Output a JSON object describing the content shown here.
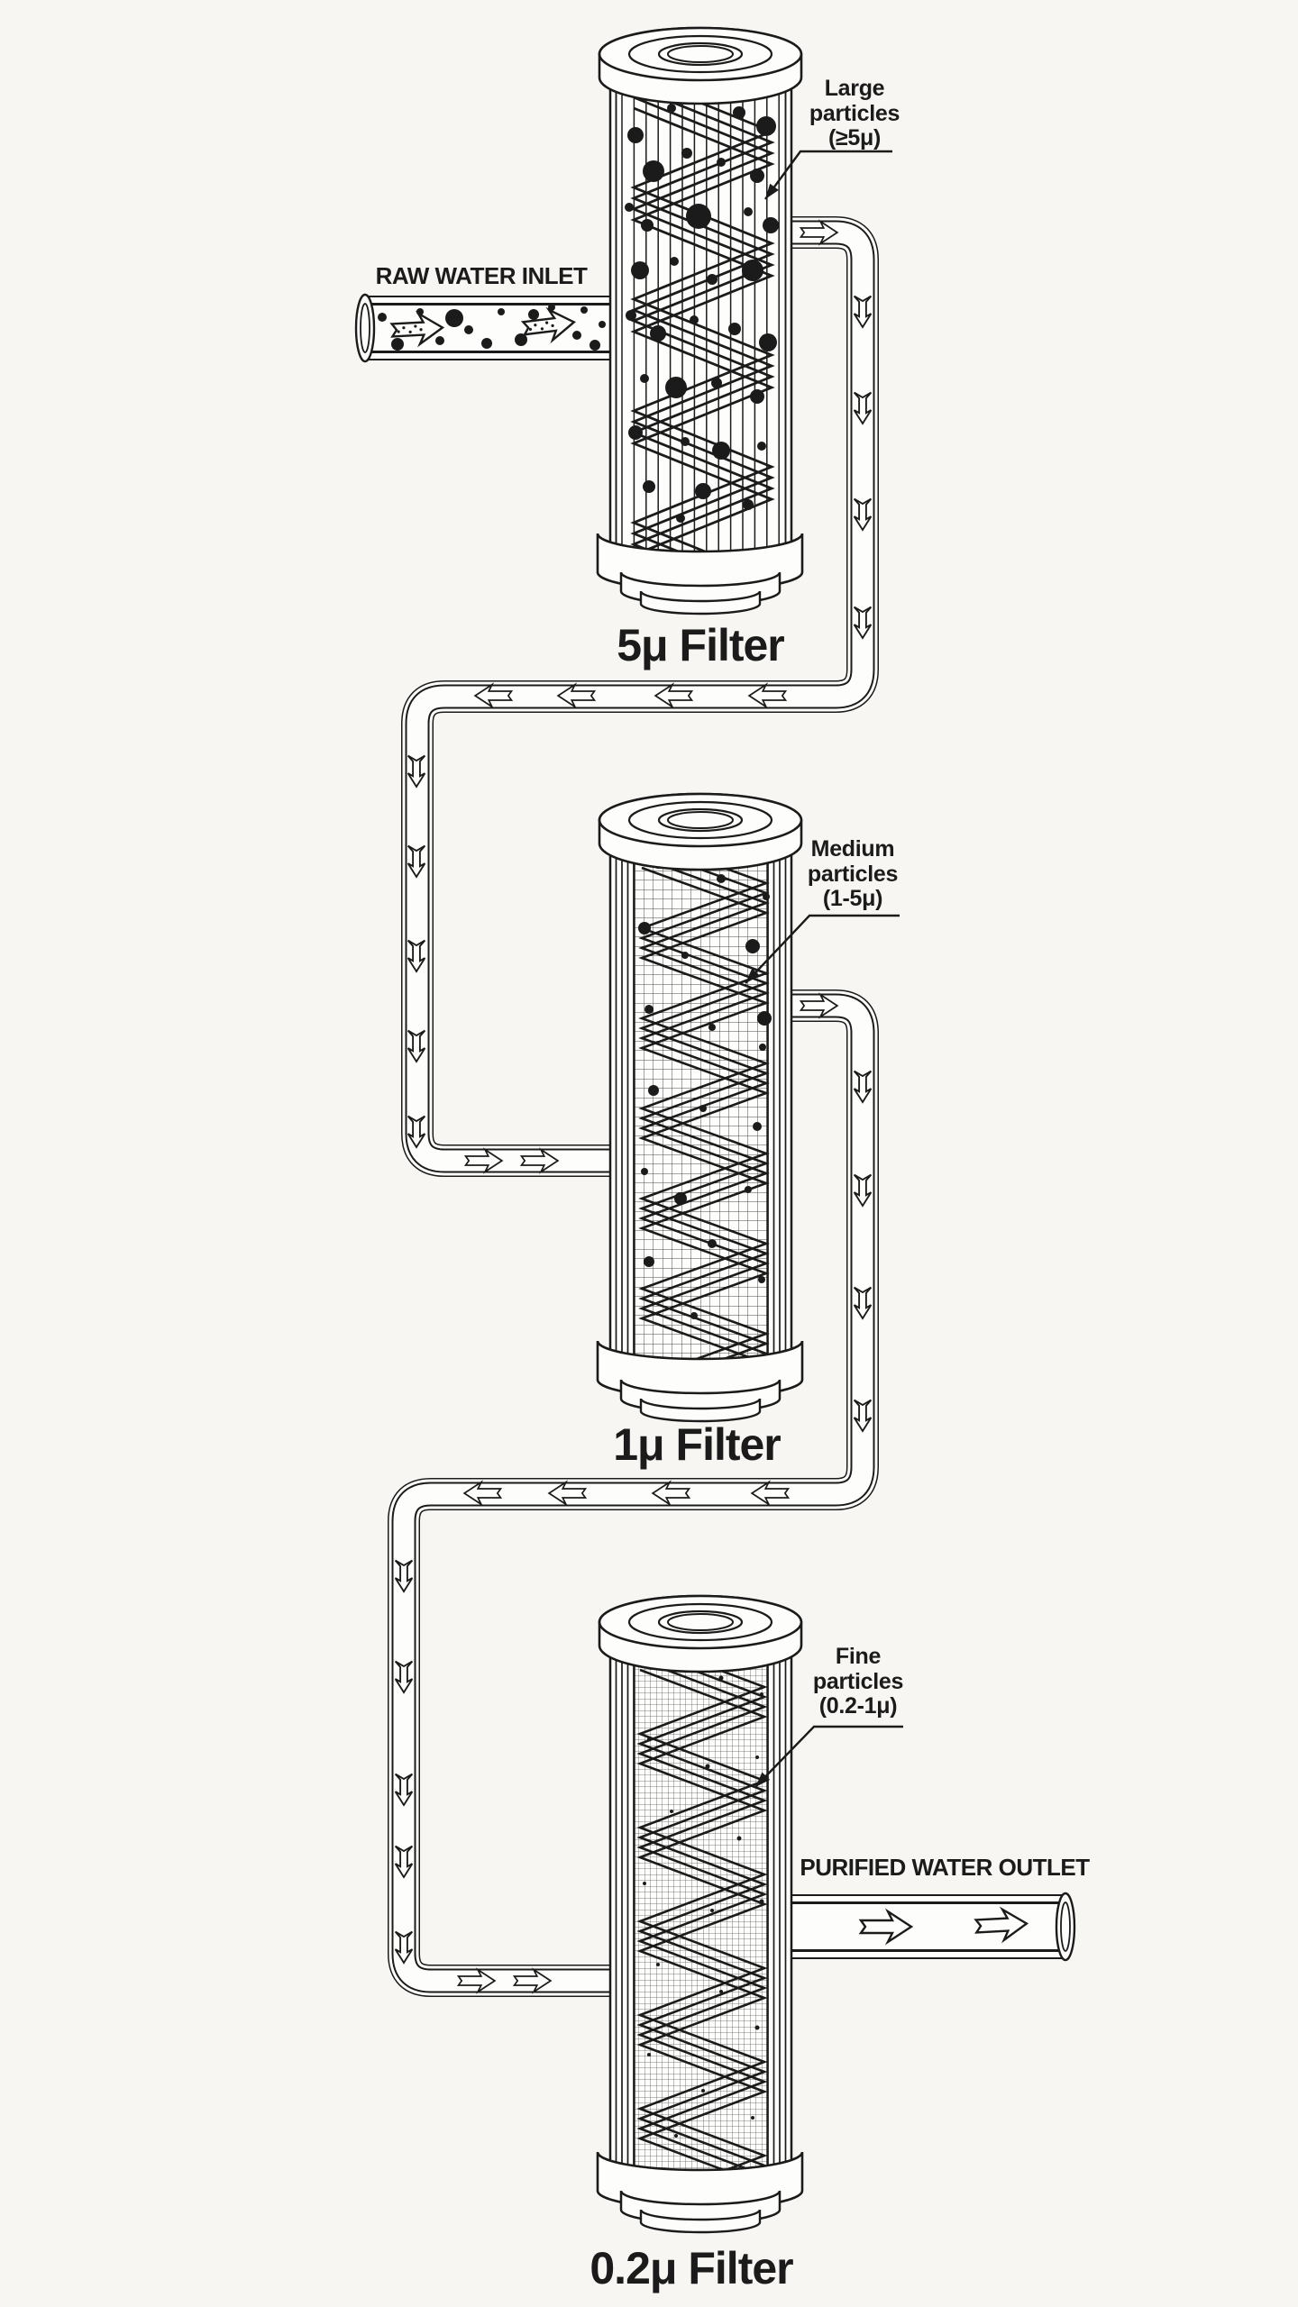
{
  "diagram": {
    "inlet_label": "RAW WATER INLET",
    "outlet_label": "PURIFIED WATER OUTLET",
    "filters": [
      {
        "name": "5μ Filter",
        "callout": [
          "Large",
          "particles",
          "(≥5μ)"
        ]
      },
      {
        "name": "1μ Filter",
        "callout": [
          "Medium",
          "particles",
          "(1-5μ)"
        ]
      },
      {
        "name": "0.2μ Filter",
        "callout": [
          "Fine",
          "particles",
          "(0.2-1μ)"
        ]
      }
    ],
    "icons": {
      "flow_right_icon": "⇨",
      "flow_left_icon": "⇦",
      "flow_down_icon": "⇩"
    },
    "colors": {
      "ink": "#1b1b1b",
      "paper": "#fdfdfb",
      "background": "#f7f6f2"
    }
  }
}
